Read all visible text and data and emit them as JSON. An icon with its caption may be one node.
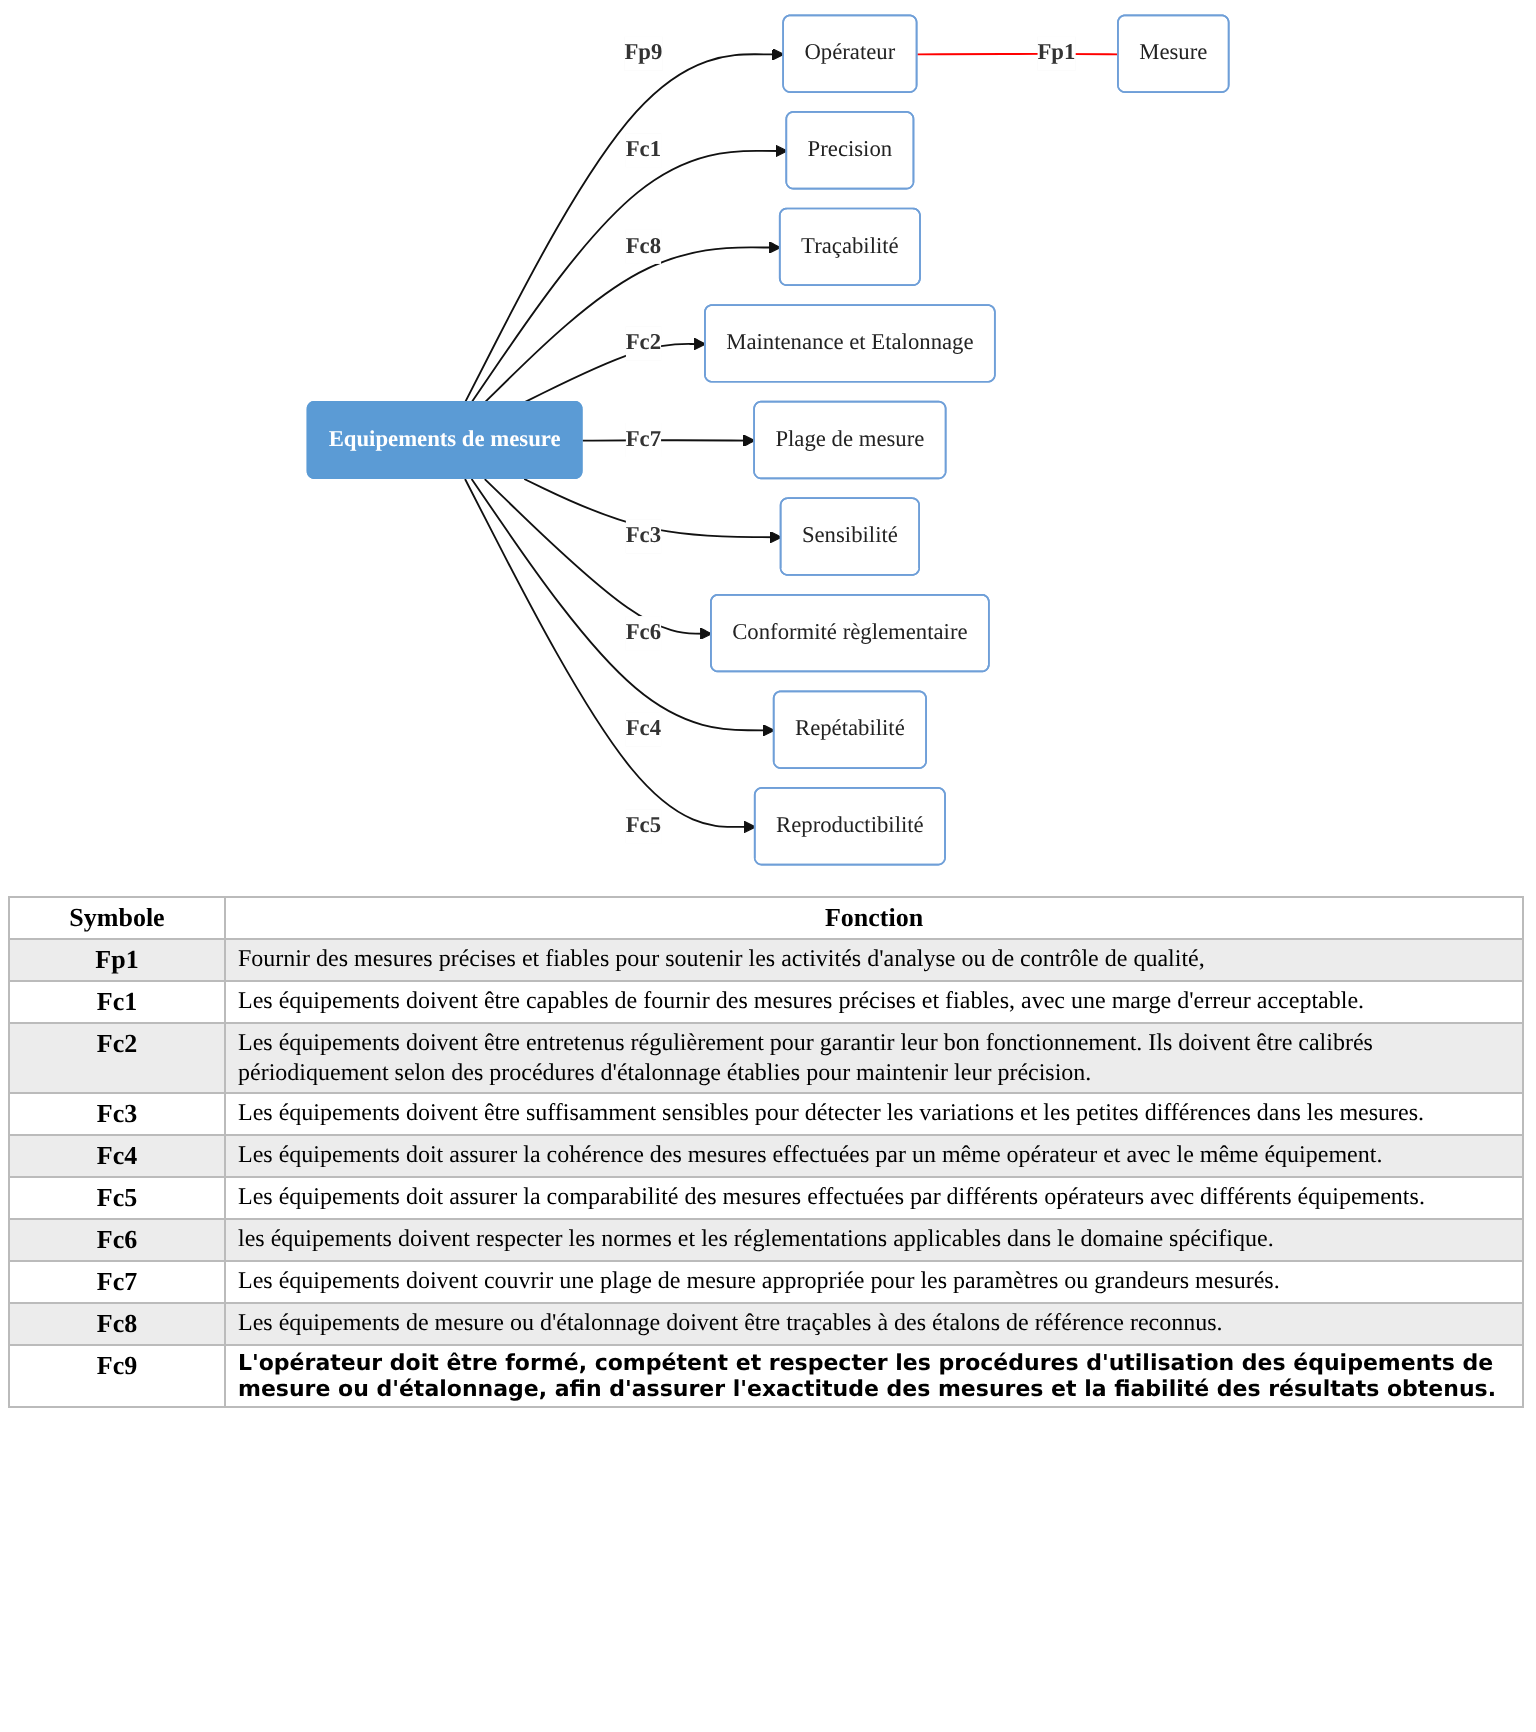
{
  "diagram": {
    "nodes": [
      {
        "text": [
          "Opérateur"
        ]
      },
      {
        "text": [
          "Mesure"
        ]
      },
      {
        "text": [
          "Precision"
        ]
      },
      {
        "text": [
          "Traçabilité"
        ]
      },
      {
        "text": [
          "Maintenance et Etalonnage"
        ]
      },
      {
        "text": [
          "Equipements de mesure"
        ]
      },
      {
        "text": [
          "Plage de mesure"
        ]
      },
      {
        "text": [
          "Sensibilité"
        ]
      },
      {
        "text": [
          "Conformité règlementaire"
        ]
      },
      {
        "text": [
          "Repétabilité"
        ]
      },
      {
        "text": [
          "Reproductibilité"
        ]
      }
    ],
    "edges": [
      {
        "from": 0,
        "to": 1,
        "arrow": "none",
        "label": "Fp1",
        "color": "#ff0000"
      },
      {
        "from": 5,
        "to": 2,
        "arrow": "to",
        "label": "Fc1"
      },
      {
        "from": 5,
        "to": 4,
        "arrow": "to",
        "label": "Fc2"
      },
      {
        "from": 5,
        "to": 7,
        "arrow": "to",
        "label": "Fc3"
      },
      {
        "from": 5,
        "to": 9,
        "arrow": "to",
        "label": "Fc4"
      },
      {
        "from": 5,
        "to": 10,
        "arrow": "to",
        "label": "Fc5"
      },
      {
        "from": 5,
        "to": 8,
        "arrow": "to",
        "label": "Fc6"
      },
      {
        "from": 5,
        "to": 6,
        "arrow": "to",
        "label": "Fc7"
      },
      {
        "from": 5,
        "to": 3,
        "arrow": "to",
        "label": "Fc8"
      },
      {
        "from": 5,
        "to": 0,
        "arrow": "to",
        "label": "Fp9"
      }
    ],
    "labels": [
      "Symbole",
      "Fonction",
      "Fp1",
      "Fournir des mesures précises et fiables pour soutenir les activités d'analyse ou de contrôle de qualité,",
      "Fc1",
      "Les équipements doivent être capables de fournir des mesures précises et fiables, avec une marge d'erreur acceptable.",
      "Fc2",
      "Les équipements doivent être entretenus régulièrement pour garantir leur bon fonctionnement. Ils doivent être calibrés périodiquement selon des procédures d'étalonnage établies pour maintenir leur précision.",
      "Fc3",
      "Les équipements doivent être suffisamment sensibles pour détecter les variations et les petites différences dans les mesures.",
      "Fc4",
      "Les équipements doit assurer  la cohérence des mesures effectuées par un même opérateur et avec le même équipement.",
      "Fc5",
      "Les équipements doit assurer  la comparabilité des mesures effectuées par différents opérateurs avec différents équipements.",
      "Fc6",
      "les équipements doivent respecter les normes et les réglementations applicables dans le domaine spécifique.",
      "Fc7",
      "Les équipements doivent couvrir une plage de mesure appropriée pour les paramètres ou grandeurs mesurés.",
      "Fc8",
      "Les équipements de mesure ou d'étalonnage doivent être traçables à des étalons de référence reconnus.",
      "Fc9",
      "L'opérateur doit être formé, compétent et respecter les procédures d'utilisation des équipements de mesure ou d'étalonnage, afin d'assurer l'exactitude des mesures et la fiabilité des résultats obtenus."
    ]
  }
}
